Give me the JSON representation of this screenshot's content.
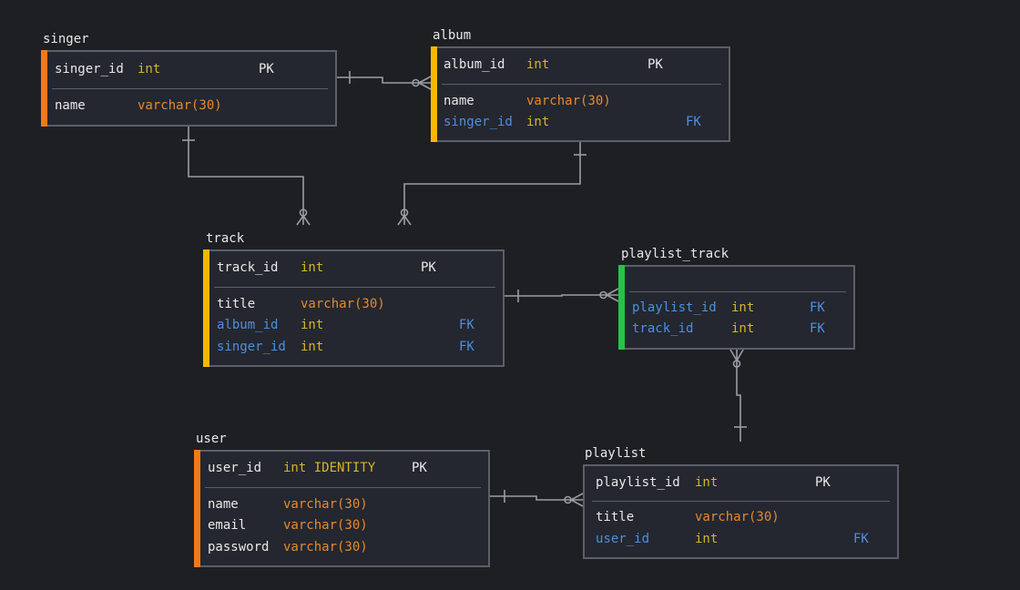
{
  "colors": {
    "background": "#1e1f23",
    "table_bg": "#24272f",
    "border": "#5b5f68",
    "edge": "#9a9da4",
    "type_int": "#d7b526",
    "type_varchar": "#e6892f",
    "fk": "#4e8fe0",
    "accent_orange": "#f07a1a",
    "accent_yellow": "#f5b800",
    "accent_green": "#27c24a"
  },
  "tables": {
    "singer": {
      "name": "singer",
      "accent": "#f07a1a",
      "pk": {
        "name": "singer_id",
        "type": "int",
        "key": "PK"
      },
      "columns": [
        {
          "name": "name",
          "type": "varchar(30)",
          "key": ""
        }
      ]
    },
    "album": {
      "name": "album",
      "accent": "#f5b800",
      "pk": {
        "name": "album_id",
        "type": "int",
        "key": "PK"
      },
      "columns": [
        {
          "name": "name",
          "type": "varchar(30)",
          "key": ""
        },
        {
          "name": "singer_id",
          "type": "int",
          "key": "FK"
        }
      ]
    },
    "track": {
      "name": "track",
      "accent": "#f5b800",
      "pk": {
        "name": "track_id",
        "type": "int",
        "key": "PK"
      },
      "columns": [
        {
          "name": "title",
          "type": "varchar(30)",
          "key": ""
        },
        {
          "name": "album_id",
          "type": "int",
          "key": "FK"
        },
        {
          "name": "singer_id",
          "type": "int",
          "key": "FK"
        }
      ]
    },
    "playlist_track": {
      "name": "playlist_track",
      "accent": "#27c24a",
      "pk": {
        "name": "",
        "type": "",
        "key": ""
      },
      "columns": [
        {
          "name": "playlist_id",
          "type": "int",
          "key": "FK"
        },
        {
          "name": "track_id",
          "type": "int",
          "key": "FK"
        }
      ]
    },
    "user": {
      "name": "user",
      "accent": "#f07a1a",
      "pk": {
        "name": "user_id",
        "type": "int IDENTITY",
        "key": "PK"
      },
      "columns": [
        {
          "name": "name",
          "type": "varchar(30)",
          "key": ""
        },
        {
          "name": "email",
          "type": "varchar(30)",
          "key": ""
        },
        {
          "name": "password",
          "type": "varchar(30)",
          "key": ""
        }
      ]
    },
    "playlist": {
      "name": "playlist",
      "accent": "",
      "pk": {
        "name": "playlist_id",
        "type": "int",
        "key": "PK"
      },
      "columns": [
        {
          "name": "title",
          "type": "varchar(30)",
          "key": ""
        },
        {
          "name": "user_id",
          "type": "int",
          "key": "FK"
        }
      ]
    }
  },
  "relationships": [
    {
      "from": "singer",
      "to": "album",
      "from_card": "one",
      "to_card": "zero-or-many"
    },
    {
      "from": "singer",
      "to": "track",
      "from_card": "one",
      "to_card": "zero-or-many"
    },
    {
      "from": "album",
      "to": "track",
      "from_card": "one",
      "to_card": "zero-or-many"
    },
    {
      "from": "track",
      "to": "playlist_track",
      "from_card": "one",
      "to_card": "zero-or-many"
    },
    {
      "from": "playlist",
      "to": "playlist_track",
      "from_card": "one",
      "to_card": "zero-or-many"
    },
    {
      "from": "user",
      "to": "playlist",
      "from_card": "one",
      "to_card": "zero-or-many"
    }
  ]
}
